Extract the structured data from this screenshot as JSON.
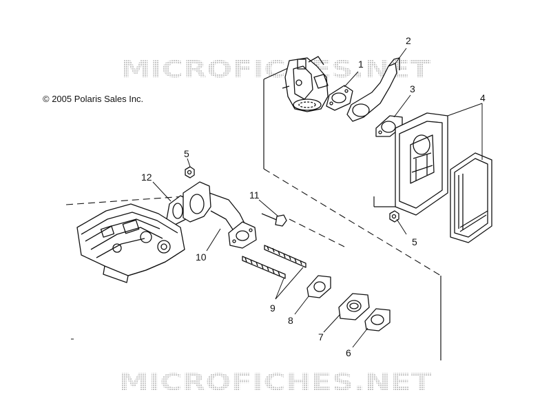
{
  "copyright": "© 2005 Polaris Sales Inc.",
  "watermark": "MICROFICHES.NET",
  "callouts": [
    {
      "label": "1",
      "part": "carburetor-gasket"
    },
    {
      "label": "2",
      "part": "bracket"
    },
    {
      "label": "3",
      "part": "gasket"
    },
    {
      "label": "4",
      "part": "air-box-assembly"
    },
    {
      "label": "5",
      "part": "nut"
    },
    {
      "label": "5",
      "part": "nut"
    },
    {
      "label": "6",
      "part": "gasket"
    },
    {
      "label": "7",
      "part": "spacer"
    },
    {
      "label": "8",
      "part": "gasket"
    },
    {
      "label": "9",
      "part": "studs"
    },
    {
      "label": "10",
      "part": "intake-manifold"
    },
    {
      "label": "11",
      "part": "bolt"
    },
    {
      "label": "12",
      "part": "manifold-gasket"
    }
  ],
  "colors": {
    "ink": "#111111",
    "watermark": "#c8c8c8",
    "background": "#ffffff"
  }
}
